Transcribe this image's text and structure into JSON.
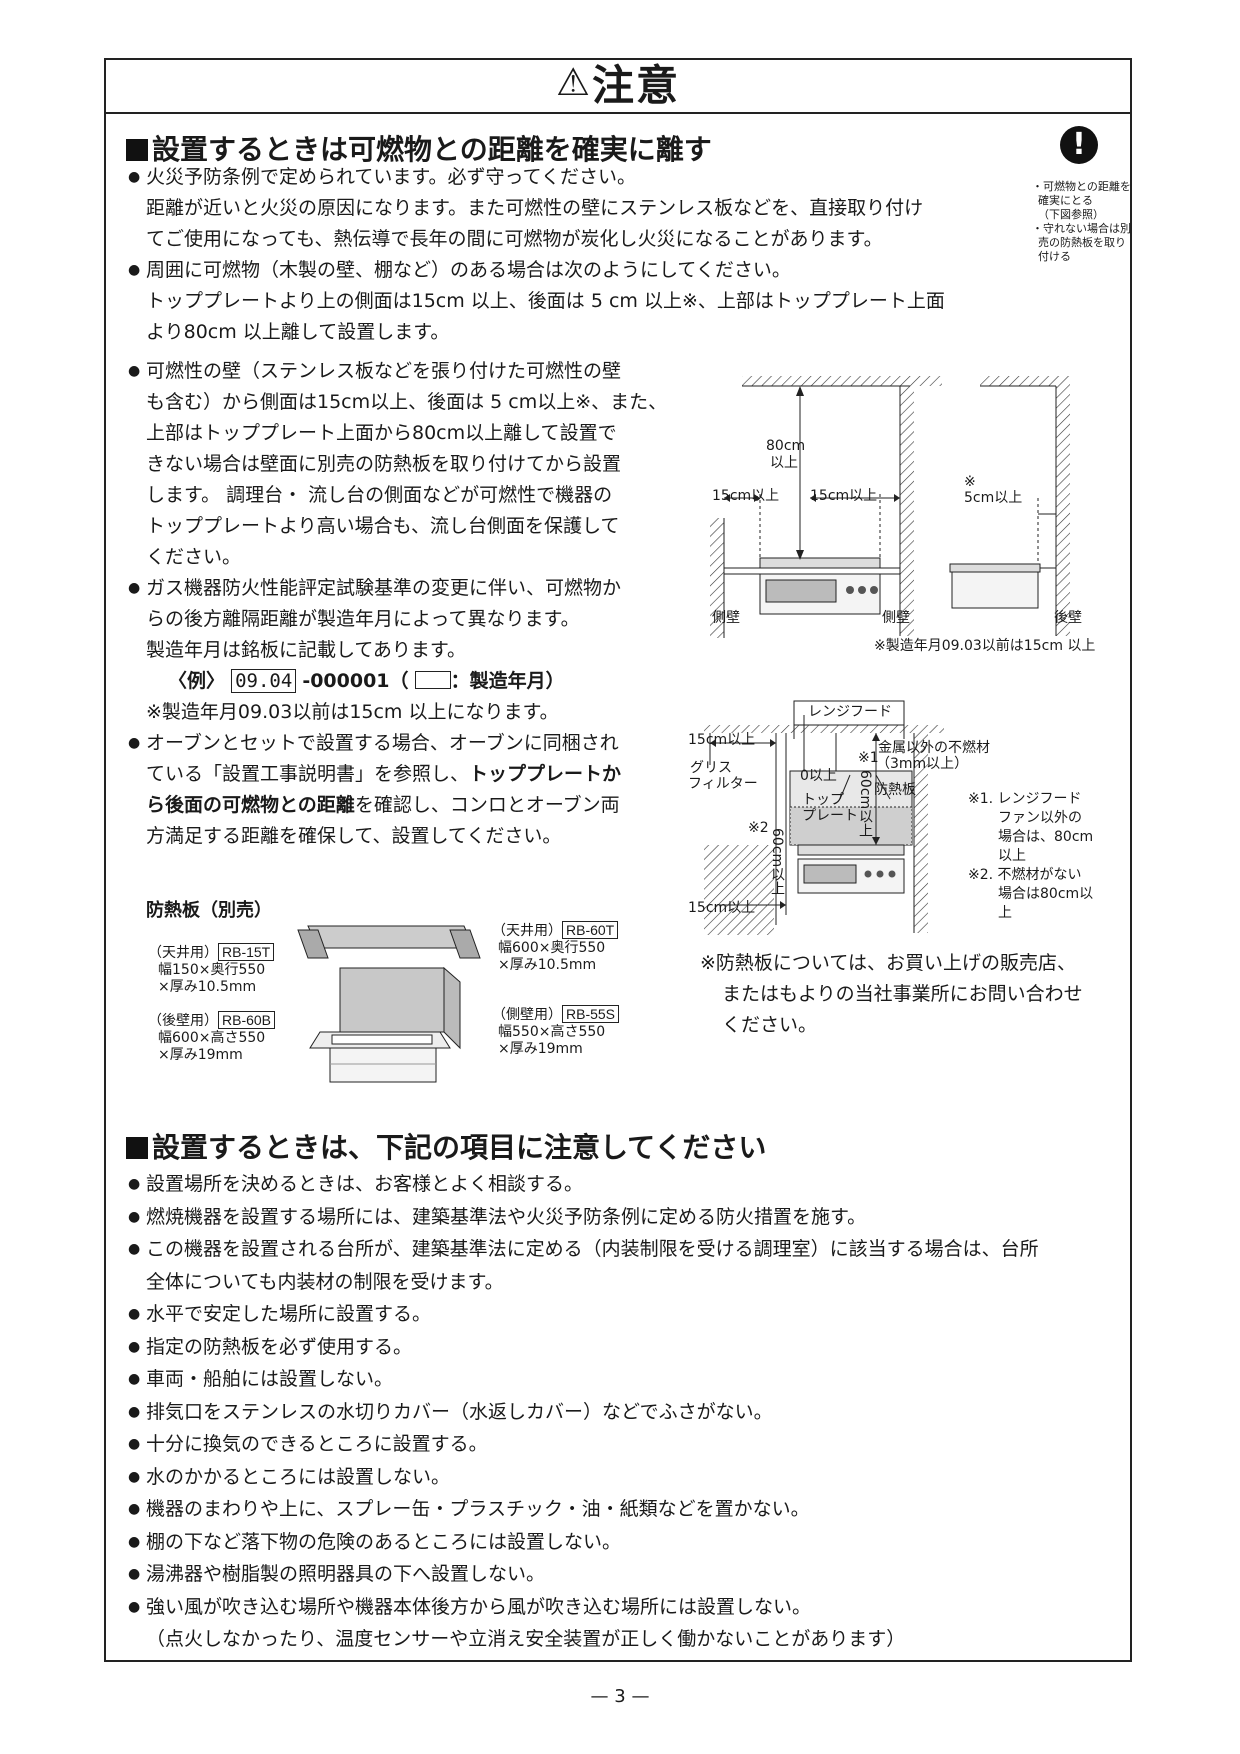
{
  "page": {
    "title": "注意",
    "footer": "— 3 —"
  },
  "sec1": {
    "heading": "設置するときは可燃物との距離を確実に離す",
    "lines": [
      "火災予防条例で定められています。必ず守ってください。",
      "距離が近いと火災の原因になります。また可燃性の壁にステンレス板などを、直接取り付け",
      "てご使用になっても、熱伝導で長年の間に可燃物が炭化し火災になることがあります。",
      "周囲に可燃物（木製の壁、棚など）のある場合は次のようにしてください。",
      "トッププレートより上の側面は15cm 以上、後面は 5 cm 以上※、上部はトッププレート上面",
      "より80cm 以上離して設置します。"
    ],
    "left_lines": [
      "可燃性の壁（ステンレス板などを張り付けた可燃性の壁",
      "も含む）から側面は15cm以上、後面は 5 cm以上※、また、",
      "上部はトッププレート上面から80cm以上離して設置で",
      "きない場合は壁面に別売の防熱板を取り付けてから設置",
      "します。 調理台・ 流し台の側面などが可燃性で機器の",
      "トッププレートより高い場合も、流し台側面を保護して",
      "ください。",
      "ガス機器防火性能評定試験基準の変更に伴い、可燃物か",
      "らの後方離隔距離が製造年月によって異なります。",
      "製造年月は銘板に記載してあります。",
      "※製造年月09.03以前は15cm 以上になります。",
      "オーブンとセットで設置する場合、オーブンに同梱され",
      "ている「設置工事説明書」を参照し、",
      "ら後面の可燃物との距離",
      "方満足する距離を確保して、設置してください。"
    ],
    "example": {
      "prefix": "〈例〉",
      "date": "09.04",
      "serial": "-000001（",
      "suffix": "：製造年月）"
    },
    "oven_bold1": "トッププレートか",
    "oven_tail": "を確認し、コンロとオーブン両",
    "side_note": [
      "・可燃物との距離を",
      "確実にとる",
      "（下図参照）",
      "・守れない場合は別",
      "売の防熱板を取り",
      "付ける"
    ]
  },
  "diagram1": {
    "label_80": "80cm",
    "label_80b": "以上",
    "label_15a": "15cm以上",
    "label_15b": "15cm以上",
    "label_note_mark": "※",
    "label_5": "5cm以上",
    "wall_side_a": "側壁",
    "wall_side_b": "側壁",
    "wall_back": "後壁",
    "note": "※製造年月09.03以前は15cm 以上"
  },
  "diagram2": {
    "hood": "レンジフード",
    "label_15top": "15cm以上",
    "grease": "グリス",
    "filter": "フィルター",
    "zero": "0以上",
    "mark1": "※1",
    "sixty": "60cm以上",
    "metal": "金属以外の不燃材",
    "metal2": "（3mm以上）",
    "plate": "防熱板",
    "top1": "トップ",
    "top2": "プレート",
    "mark2": "※2",
    "sixty2": "60cm以上",
    "label_15bot": "15cm以上",
    "notes": [
      "※1. レンジフード",
      "ファン以外の",
      "場合は、80cm",
      "以上",
      "※2. 不燃材がない",
      "場合は80cm以",
      "上"
    ]
  },
  "shields": {
    "title": "防熱板（別売）",
    "ceiling_small": {
      "tag": "（天井用）",
      "code": "RB-15T",
      "dims": [
        "幅150×奥行550",
        "×厚み10.5mm"
      ]
    },
    "ceiling_large": {
      "tag": "（天井用）",
      "code": "RB-60T",
      "dims": [
        "幅600×奥行550",
        "×厚み10.5mm"
      ]
    },
    "back": {
      "tag": "（後壁用）",
      "code": "RB-60B",
      "dims": [
        "幅600×高さ550",
        "×厚み19mm"
      ]
    },
    "side": {
      "tag": "（側壁用）",
      "code": "RB-55S",
      "dims": [
        "幅550×高さ550",
        "×厚み19mm"
      ]
    }
  },
  "contact_note": [
    "※防熱板については、お買い上げの販売店、",
    "またはもよりの当社事業所にお問い合わせ",
    "ください。"
  ],
  "sec2": {
    "heading": "設置するときは、下記の項目に注意してください",
    "lines": [
      "設置場所を決めるときは、お客様とよく相談する。",
      "燃焼機器を設置する場所には、建築基準法や火災予防条例に定める防火措置を施す。",
      "この機器を設置される台所が、建築基準法に定める（内装制限を受ける調理室）に該当する場合は、台所",
      "全体についても内装材の制限を受けます。",
      "水平で安定した場所に設置する。",
      "指定の防熱板を必ず使用する。",
      "車両・船舶には設置しない。",
      "排気口をステンレスの水切りカバー（水返しカバー）などでふさがない。",
      "十分に換気のできるところに設置する。",
      "水のかかるところには設置しない。",
      "機器のまわりや上に、スプレー缶・プラスチック・油・紙類などを置かない。",
      "棚の下など落下物の危険のあるところには設置しない。",
      "湯沸器や樹脂製の照明器具の下へ設置しない。",
      "強い風が吹き込む場所や機器本体後方から風が吹き込む場所には設置しない。",
      "（点火しなかったり、温度センサーや立消え安全装置が正しく働かないことがあります）"
    ]
  }
}
